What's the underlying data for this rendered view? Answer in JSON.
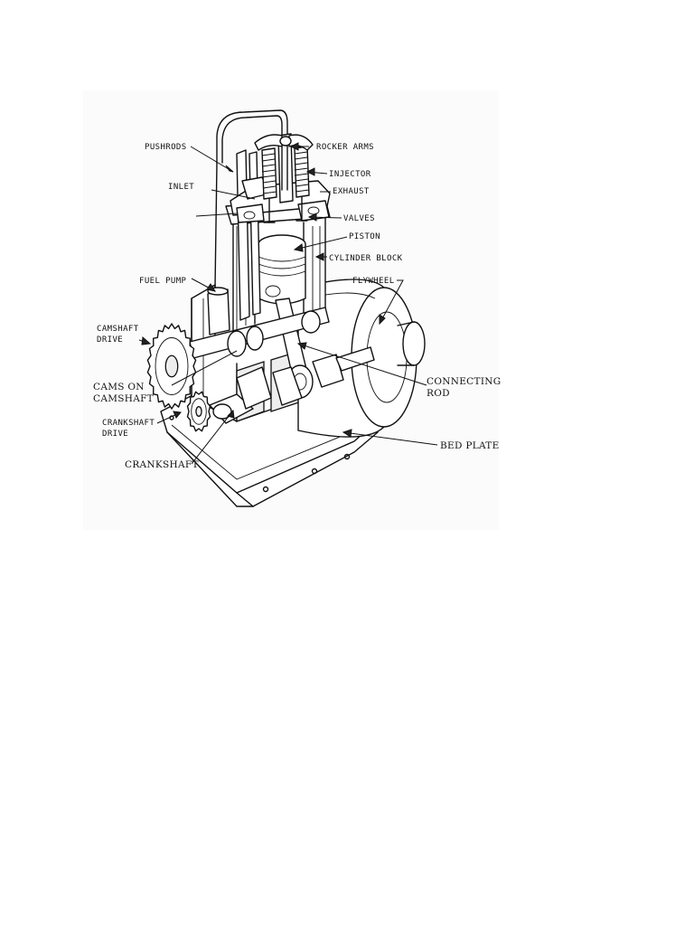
{
  "labels": {
    "pushrods": "PUSHRODS",
    "rocker_arms": "ROCKER ARMS",
    "injector": "INJECTOR",
    "inlet": "INLET",
    "exhaust": "EXHAUST",
    "valves": "VALVES",
    "piston": "PISTON",
    "cylinder_block": "CYLINDER BLOCK",
    "fuel_pump": "FUEL PUMP",
    "flywheel": "FLYWHEEL",
    "camshaft_drive_1": "CAMSHAFT",
    "camshaft_drive_2": "DRIVE",
    "cams_on_camshaft_1": "CAMS ON",
    "cams_on_camshaft_2": "CAMSHAFT",
    "connecting_rod_1": "CONNECTING",
    "connecting_rod_2": "ROD",
    "crankshaft_drive_1": "CRANKSHAFT",
    "crankshaft_drive_2": "DRIVE",
    "bed_plate": "BED PLATE",
    "crankshaft": "CRANKSHAFT"
  }
}
